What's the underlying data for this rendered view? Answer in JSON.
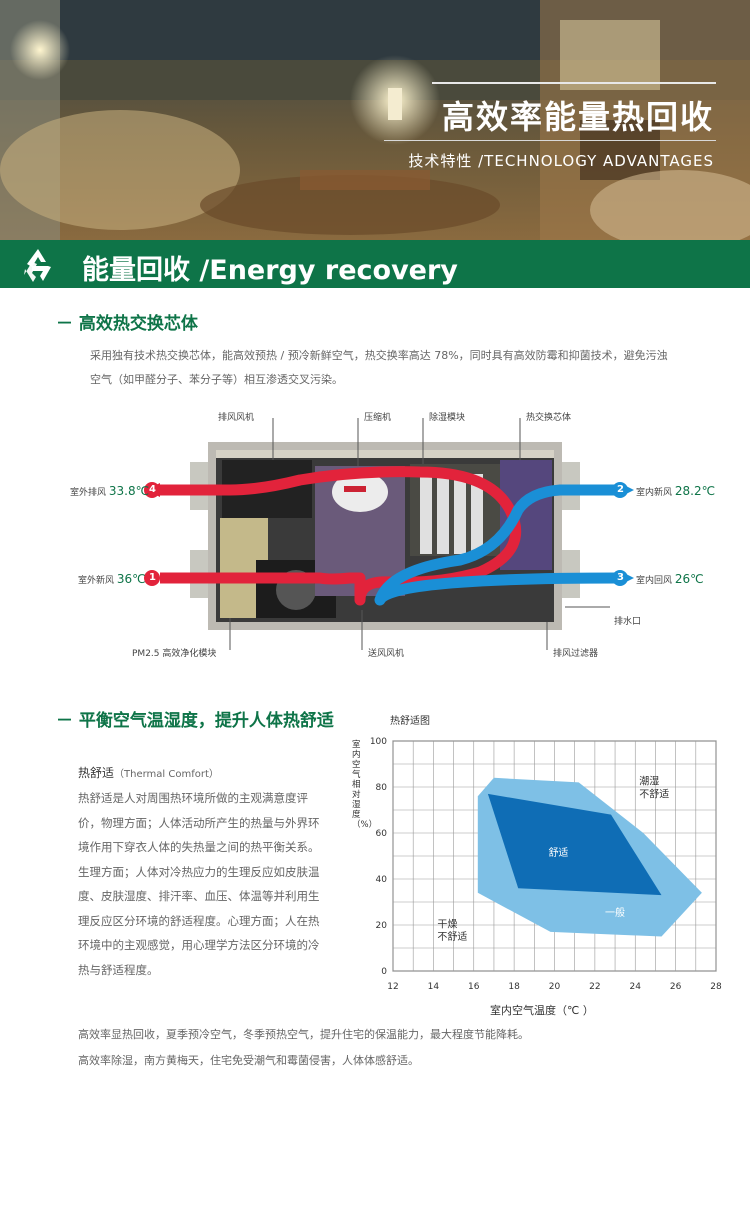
{
  "hero": {
    "title": "高效率能量热回收",
    "subtitle": "技术特性 /TECHNOLOGY  ADVANTAGES"
  },
  "section": {
    "icon": "recycle-icon",
    "title": "能量回收 /Energy recovery"
  },
  "core": {
    "heading": "－  高效热交换芯体",
    "line1": "采用独有技术热交换芯体，能高效预热 / 预冷新鲜空气，热交换率高达 78%，同时具有高效防霉和抑菌技术，避免污浊",
    "line2": "空气（如甲醛分子、苯分子等）相互渗透交叉污染。"
  },
  "diagram": {
    "labels": {
      "exhaust_fan": "排风风机",
      "compressor": "压缩机",
      "dehumid": "除湿模块",
      "core": "热交换芯体",
      "drain": "排水口",
      "pm25": "PM2.5 高效净化模块",
      "supply_fan": "送风风机",
      "exhaust_filter": "排风过滤器"
    },
    "ports": [
      {
        "num": "4",
        "label": "室外排风",
        "temp": "33.8℃"
      },
      {
        "num": "1",
        "label": "室外新风",
        "temp": "36℃"
      },
      {
        "num": "2",
        "label": "室内新风",
        "temp": "28.2℃"
      },
      {
        "num": "3",
        "label": "室内回风",
        "temp": "26℃"
      }
    ],
    "colors": {
      "hot": "#e2233b",
      "cold": "#1a8fd6",
      "frame": "#7a6a5a"
    }
  },
  "comfort": {
    "heading": "－ 平衡空气温湿度，提升人体热舒适",
    "title": "热舒适",
    "title_en": "（Thermal Comfort）",
    "body": "热舒适是人对周围热环境所做的主观满意度评价，物理方面；人体活动所产生的热量与外界环境作用下穿衣人体的失热量之间的热平衡关系。生理方面；人体对冷热应力的生理反应如皮肤温度、皮肤湿度、排汗率、血压、体温等并利用生理反应区分环境的舒适程度。心理方面；人在热环境中的主观感觉，用心理学方法区分环境的冷热与舒适程度。"
  },
  "footer": {
    "line1": "高效率显热回收，夏季预冷空气，冬季预热空气，提升住宅的保温能力，最大程度节能降耗。",
    "line2": "高效率除湿，南方黄梅天，住宅免受潮气和霉菌侵害，人体体感舒适。"
  },
  "chart_data": {
    "type": "area",
    "title": "热舒适图",
    "xlabel": "室内空气温度（℃ ）",
    "ylabel": "室内空气相对湿度（%）",
    "xlim": [
      12,
      28
    ],
    "ylim": [
      0,
      100
    ],
    "xticks": [
      12,
      14,
      16,
      18,
      20,
      22,
      24,
      26,
      28
    ],
    "yticks": [
      0,
      20,
      40,
      60,
      80,
      100
    ],
    "grid": true,
    "regions": [
      {
        "name": "一般",
        "color": "#7ec0e6",
        "points": [
          [
            17.0,
            84
          ],
          [
            21.2,
            82
          ],
          [
            24.4,
            60
          ],
          [
            27.3,
            34
          ],
          [
            25.3,
            15
          ],
          [
            19.8,
            17
          ],
          [
            16.2,
            34
          ],
          [
            16.2,
            76
          ]
        ]
      },
      {
        "name": "舒适",
        "color": "#0f6db5",
        "points": [
          [
            16.7,
            77
          ],
          [
            22.8,
            68
          ],
          [
            25.3,
            33
          ],
          [
            18.2,
            36
          ]
        ]
      }
    ],
    "annotations": [
      {
        "text": "潮湿",
        "x": 24.2,
        "y": 81
      },
      {
        "text": "不舒适",
        "x": 24.2,
        "y": 75.5
      },
      {
        "text": "干燥",
        "x": 14.2,
        "y": 19
      },
      {
        "text": "不舒适",
        "x": 14.2,
        "y": 13.5
      },
      {
        "text": "舒适",
        "x": 19.7,
        "y": 50
      },
      {
        "text": "一般",
        "x": 22.5,
        "y": 24
      }
    ]
  }
}
